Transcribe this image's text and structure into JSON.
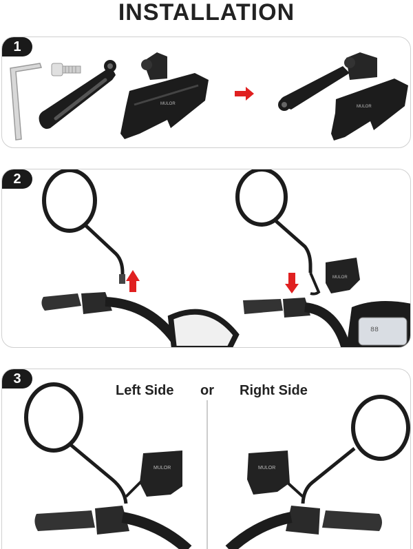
{
  "title": "INSTALLATION",
  "steps": [
    {
      "number": "1"
    },
    {
      "number": "2"
    },
    {
      "number": "3"
    }
  ],
  "step3": {
    "left_label": "Left Side",
    "or_label": "or",
    "right_label": "Right Side"
  },
  "brand_on_holder": "MULOR",
  "colors": {
    "arrow_red": "#e02020",
    "badge_bg": "#1a1a1a",
    "panel_border": "#cfcfcf",
    "part_black": "#1c1c1c"
  }
}
